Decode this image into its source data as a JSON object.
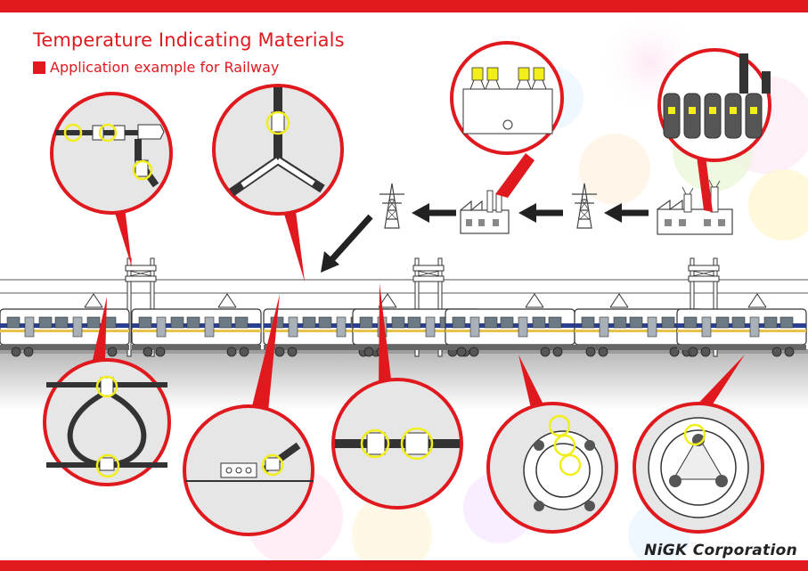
{
  "header": {
    "title": "Temperature Indicating Materials",
    "subtitle": "Application example for Railway"
  },
  "footer": {
    "company": "NiGK Corporation"
  },
  "colors": {
    "accent": "#e0191e",
    "highlight": "#f2ee1c",
    "ground": "#c8c8c8"
  },
  "icons": [
    "power-plant-icon",
    "factory-icon",
    "transmission-tower-icon",
    "arrow-left-icon",
    "train-icon",
    "catenary-pole-icon"
  ]
}
